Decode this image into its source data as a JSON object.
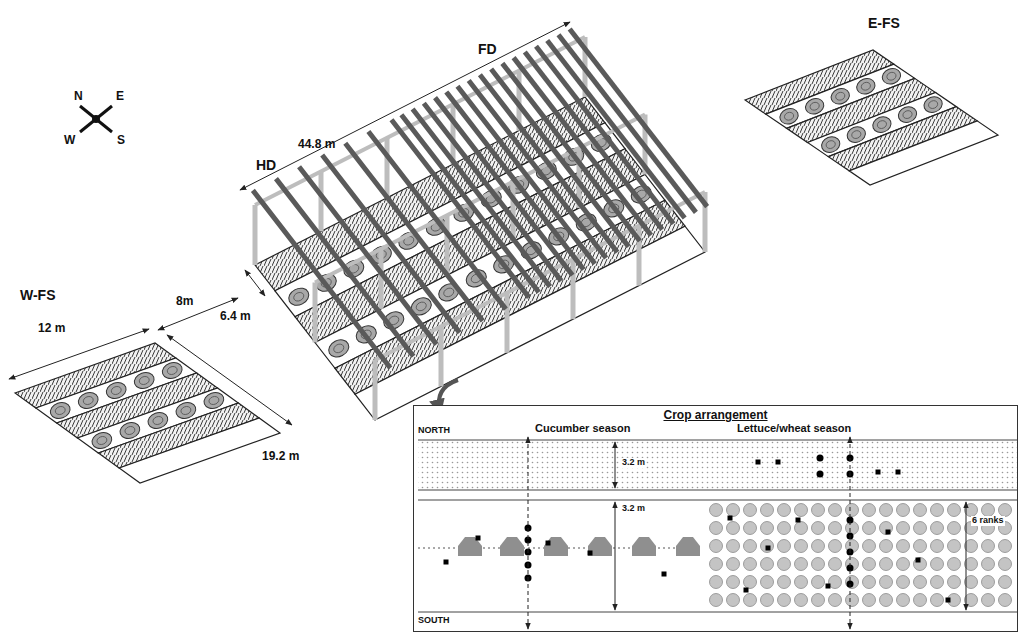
{
  "diagram": {
    "nodes": [
      {
        "text": [
          "Crop arrangement"
        ]
      }
    ],
    "labels": [
      "N",
      "E",
      "S",
      "W",
      "W-FS",
      "12 m",
      "8m",
      "6.4 m",
      "19.2 m",
      "HD",
      "44.8 m",
      "FD",
      "E-FS",
      "NORTH",
      "Cucumber season",
      "Lettuce/wheat season",
      "3.2 m",
      "3.2 m",
      "SOUTH",
      "6 ranks"
    ]
  }
}
